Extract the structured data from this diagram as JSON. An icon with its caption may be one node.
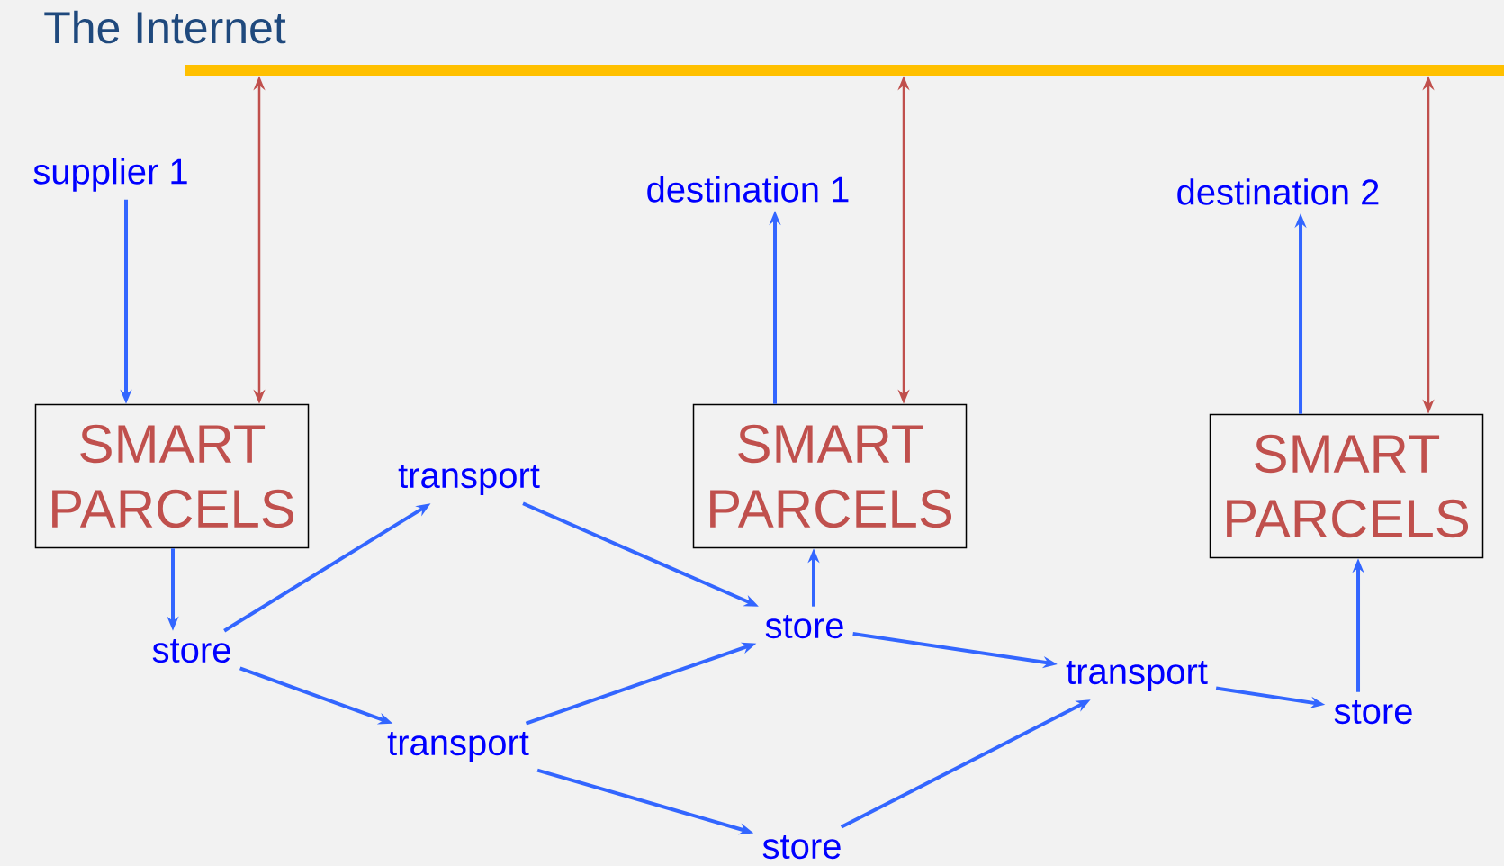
{
  "diagram": {
    "nodes": [
      {
        "text": [
          "The Internet"
        ]
      },
      {
        "text": [
          "supplier 1"
        ]
      },
      {
        "text": [
          "SMART PARCELS"
        ]
      },
      {
        "text": [
          "destination 1"
        ]
      },
      {
        "text": [
          "SMART PARCELS"
        ]
      },
      {
        "text": [
          "destination 2"
        ]
      },
      {
        "text": [
          "SMART PARCELS"
        ]
      },
      {
        "text": [
          "store"
        ]
      },
      {
        "text": [
          "transport"
        ]
      },
      {
        "text": [
          "transport"
        ]
      },
      {
        "text": [
          "store"
        ]
      },
      {
        "text": [
          "store"
        ]
      },
      {
        "text": [
          "transport"
        ]
      },
      {
        "text": [
          "store"
        ]
      }
    ],
    "edges": [
      {
        "from": 1,
        "to": 2,
        "arrow": "to"
      },
      {
        "from": 0,
        "to": 2,
        "arrow": "both",
        "color": "#c0504d"
      },
      {
        "from": 0,
        "to": 4,
        "arrow": "both",
        "color": "#c0504d"
      },
      {
        "from": 0,
        "to": 6,
        "arrow": "both",
        "color": "#c0504d"
      },
      {
        "from": 4,
        "to": 3,
        "arrow": "to"
      },
      {
        "from": 6,
        "to": 5,
        "arrow": "to"
      },
      {
        "from": 2,
        "to": 7,
        "arrow": "to"
      },
      {
        "from": 7,
        "to": 8,
        "arrow": "to"
      },
      {
        "from": 7,
        "to": 9,
        "arrow": "to"
      },
      {
        "from": 8,
        "to": 10,
        "arrow": "to"
      },
      {
        "from": 9,
        "to": 10,
        "arrow": "to"
      },
      {
        "from": 9,
        "to": 11,
        "arrow": "to"
      },
      {
        "from": 10,
        "to": 4,
        "arrow": "to"
      },
      {
        "from": 10,
        "to": 12,
        "arrow": "to"
      },
      {
        "from": 11,
        "to": 12,
        "arrow": "to"
      },
      {
        "from": 12,
        "to": 13,
        "arrow": "to"
      },
      {
        "from": 13,
        "to": 6,
        "arrow": "to"
      }
    ]
  }
}
